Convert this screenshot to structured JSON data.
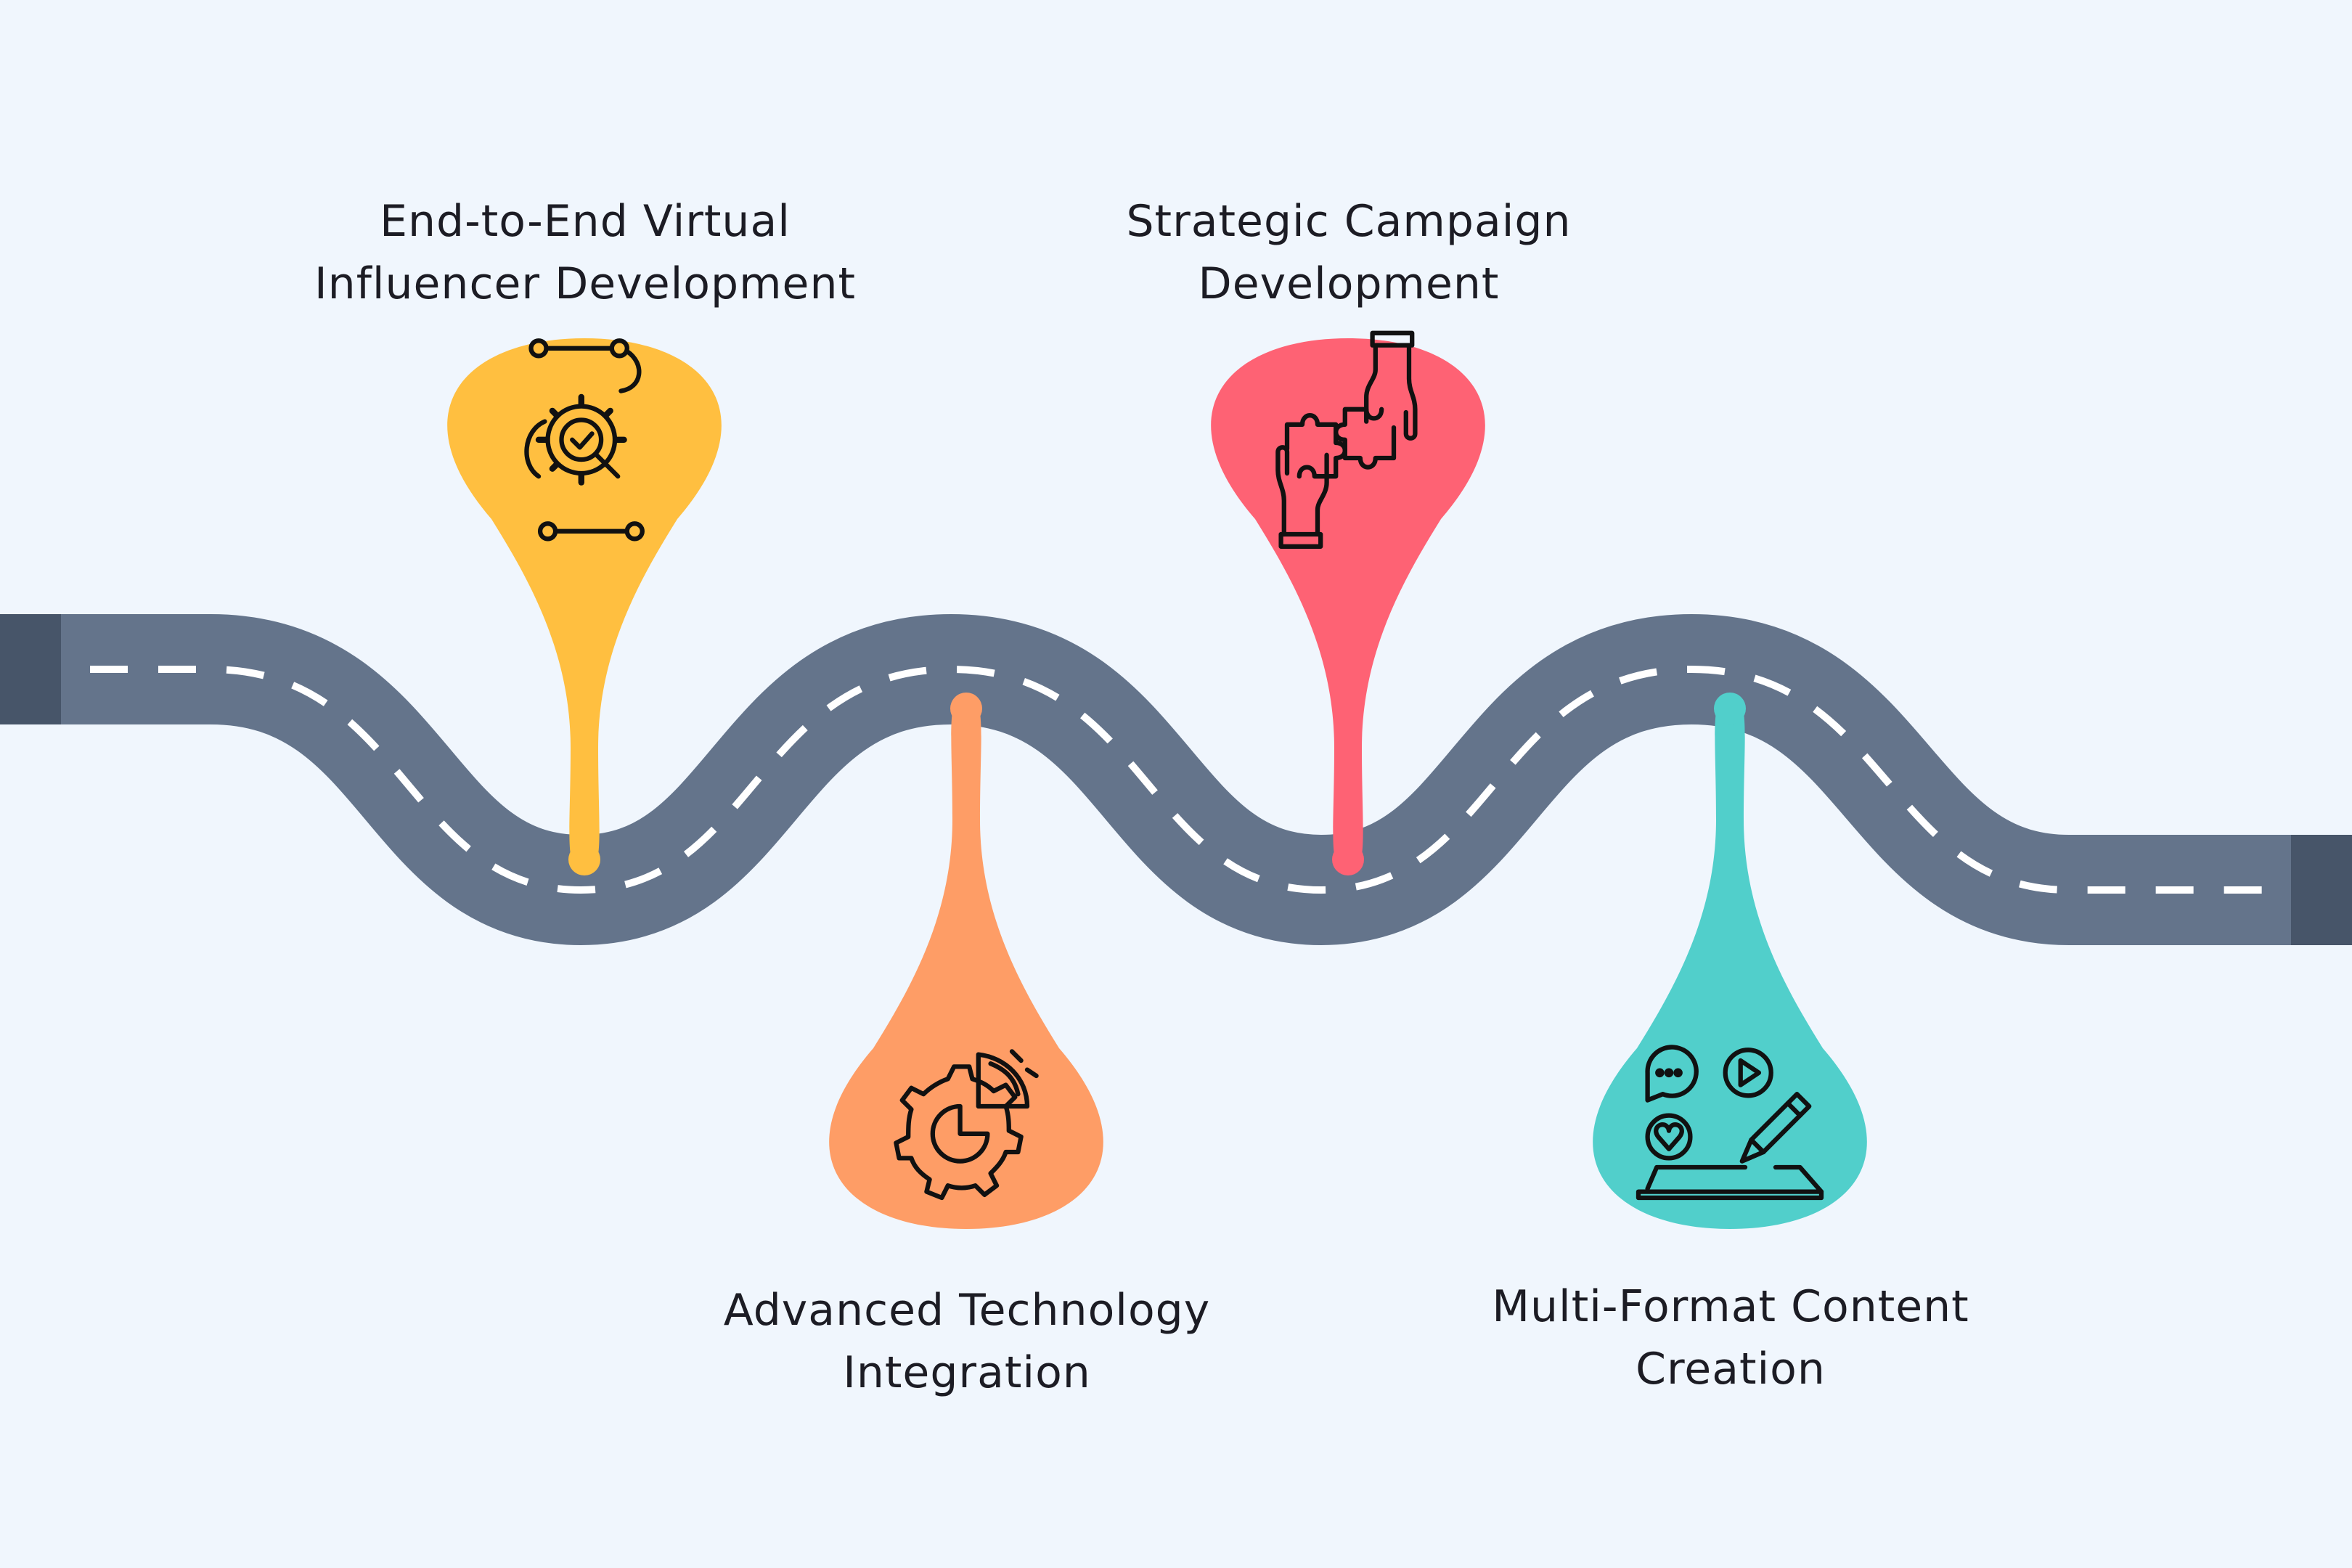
{
  "colors": {
    "background": "#f0f6fd",
    "road": "#64748b",
    "road_end_caps": "#475569",
    "lane_dash": "#ffffff",
    "icon_stroke": "#111111"
  },
  "milestones": [
    {
      "title_line1": "End-to-End Virtual",
      "title_line2": "Influencer Development",
      "color": "#ffbf40",
      "icon": "workflow-gear-magnifier-icon",
      "pin_position": "above-road"
    },
    {
      "title_line1": "Strategic Campaign",
      "title_line2": "Development",
      "color": "#fe6274",
      "icon": "hands-puzzle-pieces-icon",
      "pin_position": "above-road"
    },
    {
      "title_line1": "Advanced Technology",
      "title_line2": "Integration",
      "color": "#fe9d66",
      "icon": "gear-pie-chart-icon",
      "pin_position": "below-road"
    },
    {
      "title_line1": "Multi-Format Content",
      "title_line2": "Creation",
      "color": "#51cfcb",
      "icon": "content-creation-icon",
      "pin_position": "below-road"
    }
  ]
}
